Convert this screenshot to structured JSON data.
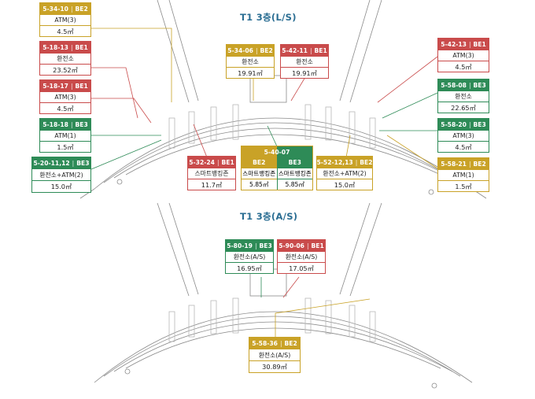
{
  "top_title": "T1 3층(L/S)",
  "bottom_title": "T1 3층(A/S)",
  "colors": {
    "BE1": "#c94b4b",
    "BE2": "#c9a227",
    "BE3": "#2e8b57",
    "floor_line": "#8a8a8a"
  },
  "cards": [
    {
      "id": "c1",
      "code": "5-34-10",
      "zone": "BE2",
      "service": "ATM(3)",
      "size": "4.5㎡"
    },
    {
      "id": "c2",
      "code": "5-18-13",
      "zone": "BE1",
      "service": "환전소",
      "size": "23.52㎡"
    },
    {
      "id": "c3",
      "code": "5-18-17",
      "zone": "BE1",
      "service": "ATM(3)",
      "size": "4.5㎡"
    },
    {
      "id": "c4",
      "code": "5-18-18",
      "zone": "BE3",
      "service": "ATM(1)",
      "size": "1.5㎡"
    },
    {
      "id": "c5",
      "code": "5-20-11,12",
      "zone": "BE3",
      "service": "환전소+ATM(2)",
      "size": "15.0㎡"
    },
    {
      "id": "c6",
      "code": "5-34-06",
      "zone": "BE2",
      "service": "환전소",
      "size": "19.91㎡"
    },
    {
      "id": "c7",
      "code": "5-42-11",
      "zone": "BE1",
      "service": "환전소",
      "size": "19.91㎡"
    },
    {
      "id": "c8",
      "code": "5-42-13",
      "zone": "BE1",
      "service": "ATM(3)",
      "size": "4.5㎡"
    },
    {
      "id": "c9",
      "code": "5-58-08",
      "zone": "BE3",
      "service": "환전소",
      "size": "22.65㎡"
    },
    {
      "id": "c10",
      "code": "5-58-20",
      "zone": "BE3",
      "service": "ATM(3)",
      "size": "4.5㎡"
    },
    {
      "id": "c11",
      "code": "5-58-21",
      "zone": "BE2",
      "service": "ATM(1)",
      "size": "1.5㎡"
    },
    {
      "id": "c12",
      "code": "5-32-24",
      "zone": "BE1",
      "service": "스마트뱅킹존",
      "size": "11.7㎡"
    },
    {
      "id": "c13",
      "code": "5-52-12,13",
      "zone": "BE2",
      "service": "환전소+ATM(2)",
      "size": "15.0㎡"
    },
    {
      "id": "c14",
      "code": "5-80-19",
      "zone": "BE3",
      "service": "환전소(A/S)",
      "size": "16.95㎡"
    },
    {
      "id": "c15",
      "code": "5-90-06",
      "zone": "BE1",
      "service": "환전소(A/S)",
      "size": "17.05㎡"
    },
    {
      "id": "c16",
      "code": "5-58-36",
      "zone": "BE2",
      "service": "환전소(A/S)",
      "size": "30.89㎡"
    }
  ],
  "combo": {
    "code": "5-40-07",
    "left": {
      "zone": "BE2",
      "service": "스마트뱅킹존",
      "size": "5.85㎡"
    },
    "right": {
      "zone": "BE3",
      "service": "스마트뱅킹존",
      "size": "5.85㎡"
    }
  }
}
